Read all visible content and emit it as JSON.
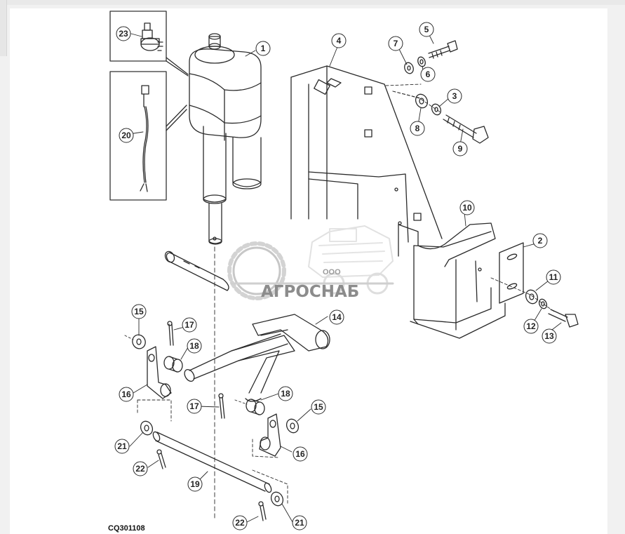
{
  "diagram": {
    "code": "CQ301108",
    "watermark": {
      "company_prefix": "ООО",
      "company_name": "АГРОСНАБ"
    },
    "callouts": [
      {
        "id": "c1",
        "label": "1"
      },
      {
        "id": "c2",
        "label": "2"
      },
      {
        "id": "c3",
        "label": "3"
      },
      {
        "id": "c4",
        "label": "4"
      },
      {
        "id": "c5",
        "label": "5"
      },
      {
        "id": "c6",
        "label": "6"
      },
      {
        "id": "c7",
        "label": "7"
      },
      {
        "id": "c8",
        "label": "8"
      },
      {
        "id": "c9",
        "label": "9"
      },
      {
        "id": "c10",
        "label": "10"
      },
      {
        "id": "c11",
        "label": "11"
      },
      {
        "id": "c12",
        "label": "12"
      },
      {
        "id": "c13",
        "label": "13"
      },
      {
        "id": "c14",
        "label": "14"
      },
      {
        "id": "c15a",
        "label": "15"
      },
      {
        "id": "c15b",
        "label": "15"
      },
      {
        "id": "c16a",
        "label": "16"
      },
      {
        "id": "c16b",
        "label": "16"
      },
      {
        "id": "c17a",
        "label": "17"
      },
      {
        "id": "c17b",
        "label": "17"
      },
      {
        "id": "c18a",
        "label": "18"
      },
      {
        "id": "c18b",
        "label": "18"
      },
      {
        "id": "c19",
        "label": "19"
      },
      {
        "id": "c20",
        "label": "20"
      },
      {
        "id": "c21a",
        "label": "21"
      },
      {
        "id": "c21b",
        "label": "21"
      },
      {
        "id": "c22a",
        "label": "22"
      },
      {
        "id": "c22b",
        "label": "22"
      },
      {
        "id": "c23",
        "label": "23"
      }
    ]
  }
}
